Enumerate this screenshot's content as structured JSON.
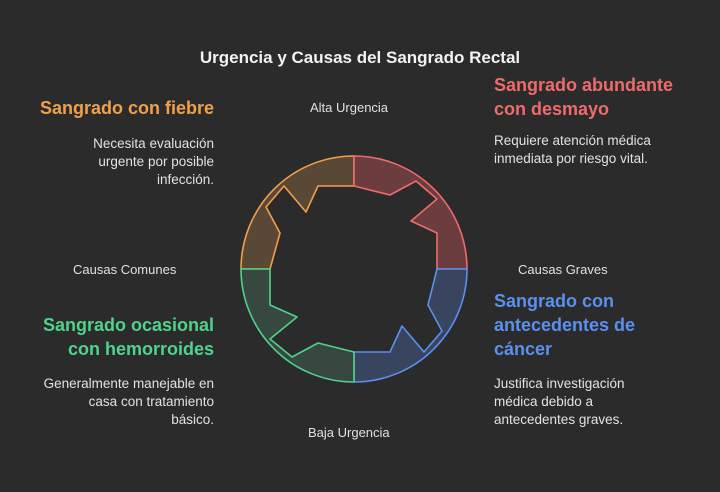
{
  "title": "Urgencia y Causas del Sangrado Rectal",
  "axes": {
    "top": "Alta Urgencia",
    "bottom": "Baja Urgencia",
    "left": "Causas Comunes",
    "right": "Causas Graves"
  },
  "quadrants": {
    "top_left": {
      "title": "Sangrado con fiebre",
      "desc": [
        "Necesita evaluación",
        "urgente por posible",
        "infección."
      ],
      "color": "#f0a04b"
    },
    "top_right": {
      "title": [
        "Sangrado abundante",
        "con desmayo"
      ],
      "desc": [
        "Requiere atención médica",
        "inmediata por riesgo vital."
      ],
      "color": "#ef6b6b"
    },
    "bottom_left": {
      "title": [
        "Sangrado ocasional",
        "con hemorroides"
      ],
      "desc": [
        "Generalmente manejable en",
        "casa con tratamiento",
        "básico."
      ],
      "color": "#4fd38a"
    },
    "bottom_right": {
      "title": [
        "Sangrado con",
        "antecedentes de",
        "cáncer"
      ],
      "desc": [
        "Justifica investigación",
        "médica debido a",
        "antecedentes graves."
      ],
      "color": "#5b8ff0"
    }
  }
}
